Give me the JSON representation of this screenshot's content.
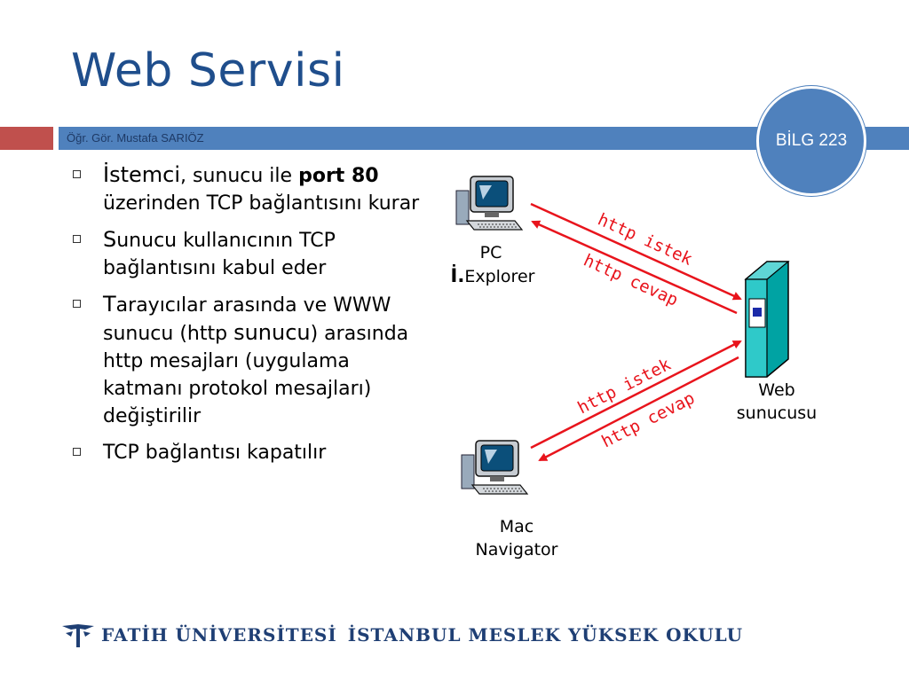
{
  "slide": {
    "title": "Web Servisi",
    "author": "Öğr. Gör. Mustafa SARIÖZ",
    "course_badge": "BİLG 223"
  },
  "bullets": [
    {
      "p1": "İstemci",
      "p2": ", sunucu ile ",
      "p3": "port 80",
      "p4": " üzerinden TCP bağlantısını kurar"
    },
    {
      "p1": "S",
      "p2": "unucu kullanıcının TCP bağlantısını kabul eder"
    },
    {
      "p1": "T",
      "p2": "arayıcılar arasında ve WWW sunucu (http ",
      "p3": "sunucu",
      "p4": ") arasında http mesajları (uygulama katmanı protokol mesajları) değiştirilir"
    },
    {
      "p1": "TCP bağlantısı kapatılır"
    }
  ],
  "diagram": {
    "pc_label_1": "PC",
    "pc_label_2a": "İ.",
    "pc_label_2b": "Explorer",
    "server_label_1": "Web",
    "server_label_2": "sunucusu",
    "mac_label_1": "Mac",
    "mac_label_2": "Navigator",
    "arrow_top_request": "http istek",
    "arrow_top_response": "http cevap",
    "arrow_bottom_request": "http istek",
    "arrow_bottom_response": "http cevap",
    "arrow_color": "#e8141c"
  },
  "footer": {
    "university": "FATİH ÜNİVERSİTESİ",
    "school": "İSTANBUL MESLEK YÜKSEK OKULU"
  }
}
